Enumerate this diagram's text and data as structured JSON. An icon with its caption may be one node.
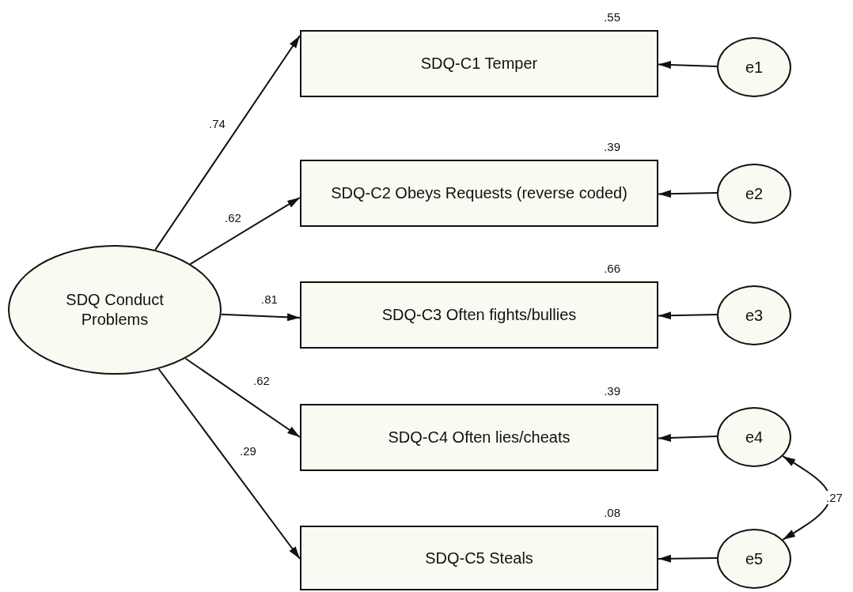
{
  "diagram": {
    "nodes": [
      {
        "text": [
          "SDQ Conduct Problems"
        ]
      },
      {
        "text": [
          "SDQ-C1 Temper"
        ],
        "beside": [
          ".55"
        ]
      },
      {
        "text": [
          "SDQ-C2 Obeys Requests (reverse coded)"
        ],
        "beside": [
          ".39"
        ]
      },
      {
        "text": [
          "SDQ-C3 Often fights/bullies"
        ],
        "beside": [
          ".66"
        ]
      },
      {
        "text": [
          "SDQ-C4 Often lies/cheats"
        ],
        "beside": [
          ".39"
        ]
      },
      {
        "text": [
          "SDQ-C5 Steals"
        ],
        "beside": [
          ".08"
        ]
      },
      {
        "text": [
          "e1"
        ]
      },
      {
        "text": [
          "e2"
        ]
      },
      {
        "text": [
          "e3"
        ]
      },
      {
        "text": [
          "e4"
        ]
      },
      {
        "text": [
          "e5"
        ]
      }
    ],
    "edges": [
      {
        "from": 0,
        "to": 1,
        "arrow": "to",
        "label": ".74"
      },
      {
        "from": 0,
        "to": 2,
        "arrow": "to",
        "label": ".62"
      },
      {
        "from": 0,
        "to": 3,
        "arrow": "to",
        "label": ".81"
      },
      {
        "from": 0,
        "to": 4,
        "arrow": "to",
        "label": ".62"
      },
      {
        "from": 0,
        "to": 5,
        "arrow": "to",
        "label": ".29"
      },
      {
        "from": 6,
        "to": 1,
        "arrow": "to"
      },
      {
        "from": 7,
        "to": 2,
        "arrow": "to"
      },
      {
        "from": 8,
        "to": 3,
        "arrow": "to"
      },
      {
        "from": 9,
        "to": 4,
        "arrow": "to"
      },
      {
        "from": 10,
        "to": 5,
        "arrow": "to"
      },
      {
        "from": 9,
        "to": 10,
        "arrow": "both",
        "label": ".27"
      }
    ]
  }
}
